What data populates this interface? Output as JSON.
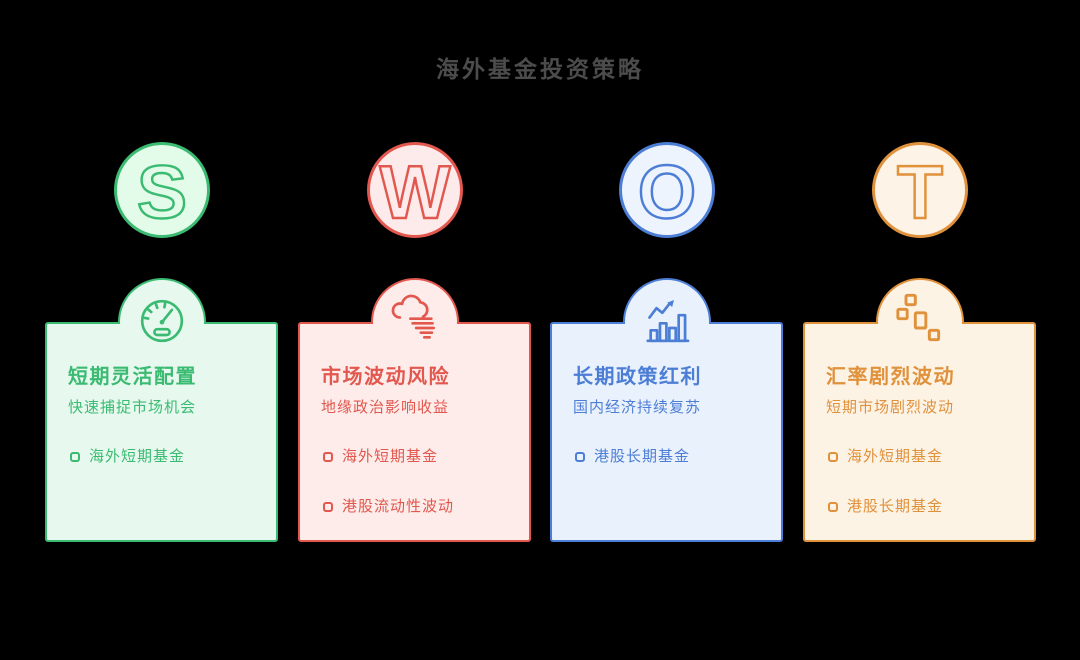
{
  "title": "海外基金投资策略",
  "title_color": "#4c4c4c",
  "background": "#000000",
  "columns": [
    {
      "letter": "S",
      "icon": "gauge-icon",
      "card_title": "短期灵活配置",
      "subtitle": "快速捕捉市场机会",
      "items": [
        "海外短期基金"
      ],
      "accent": "#3bbb72",
      "card_fill": "#e7f9ee",
      "circle_fill": "#e3fbe9"
    },
    {
      "letter": "W",
      "icon": "wind-cloud-icon",
      "card_title": "市场波动风险",
      "subtitle": "地缘政治影响收益",
      "items": [
        "海外短期基金",
        "港股流动性波动"
      ],
      "accent": "#e2574e",
      "card_fill": "#fdecea",
      "circle_fill": "#fdeaea"
    },
    {
      "letter": "O",
      "icon": "bar-chart-growth-icon",
      "card_title": "长期政策红利",
      "subtitle": "国内经济持续复苏",
      "items": [
        "港股长期基金"
      ],
      "accent": "#4d7ed6",
      "card_fill": "#e9f1fc",
      "circle_fill": "#eef4fd"
    },
    {
      "letter": "T",
      "icon": "candlestick-icon",
      "card_title": "汇率剧烈波动",
      "subtitle": "短期市场剧烈波动",
      "items": [
        "海外短期基金",
        "港股长期基金"
      ],
      "accent": "#e0913c",
      "card_fill": "#fdf3e5",
      "circle_fill": "#fdf3e6"
    }
  ]
}
